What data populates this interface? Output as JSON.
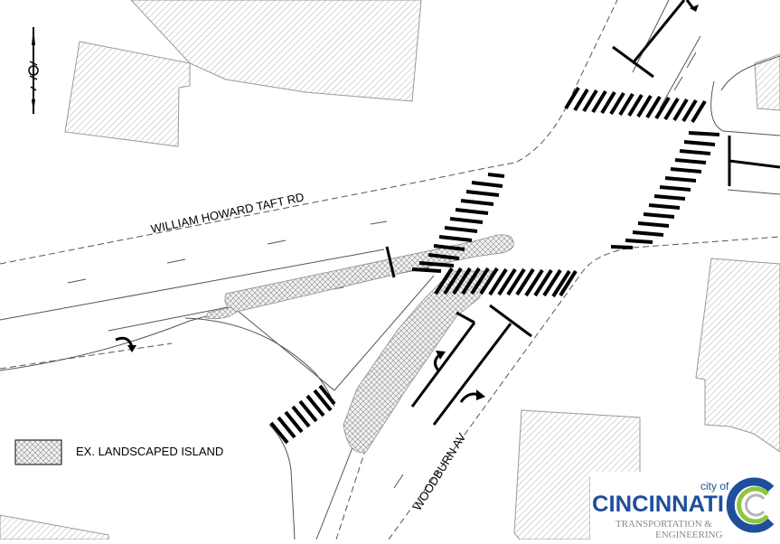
{
  "map": {
    "streets": [
      {
        "id": "taft",
        "label": "WILLIAM HOWARD TAFT RD"
      },
      {
        "id": "woodburn",
        "label": "WOODBURN AV"
      }
    ],
    "legend": {
      "items": [
        {
          "symbol": "crosshatch",
          "label": "EX. LANDSCAPED ISLAND"
        }
      ]
    },
    "north_arrow": {
      "icon": "north-arrow-icon"
    },
    "logo": {
      "city_of": "city of",
      "name": "CINCINNATI",
      "dept_line1": "TRANSPORTATION &",
      "dept_line2": "ENGINEERING",
      "colors": {
        "blue": "#1f4e9c",
        "green": "#8dc63f",
        "gray": "#8a8a8a"
      }
    }
  }
}
